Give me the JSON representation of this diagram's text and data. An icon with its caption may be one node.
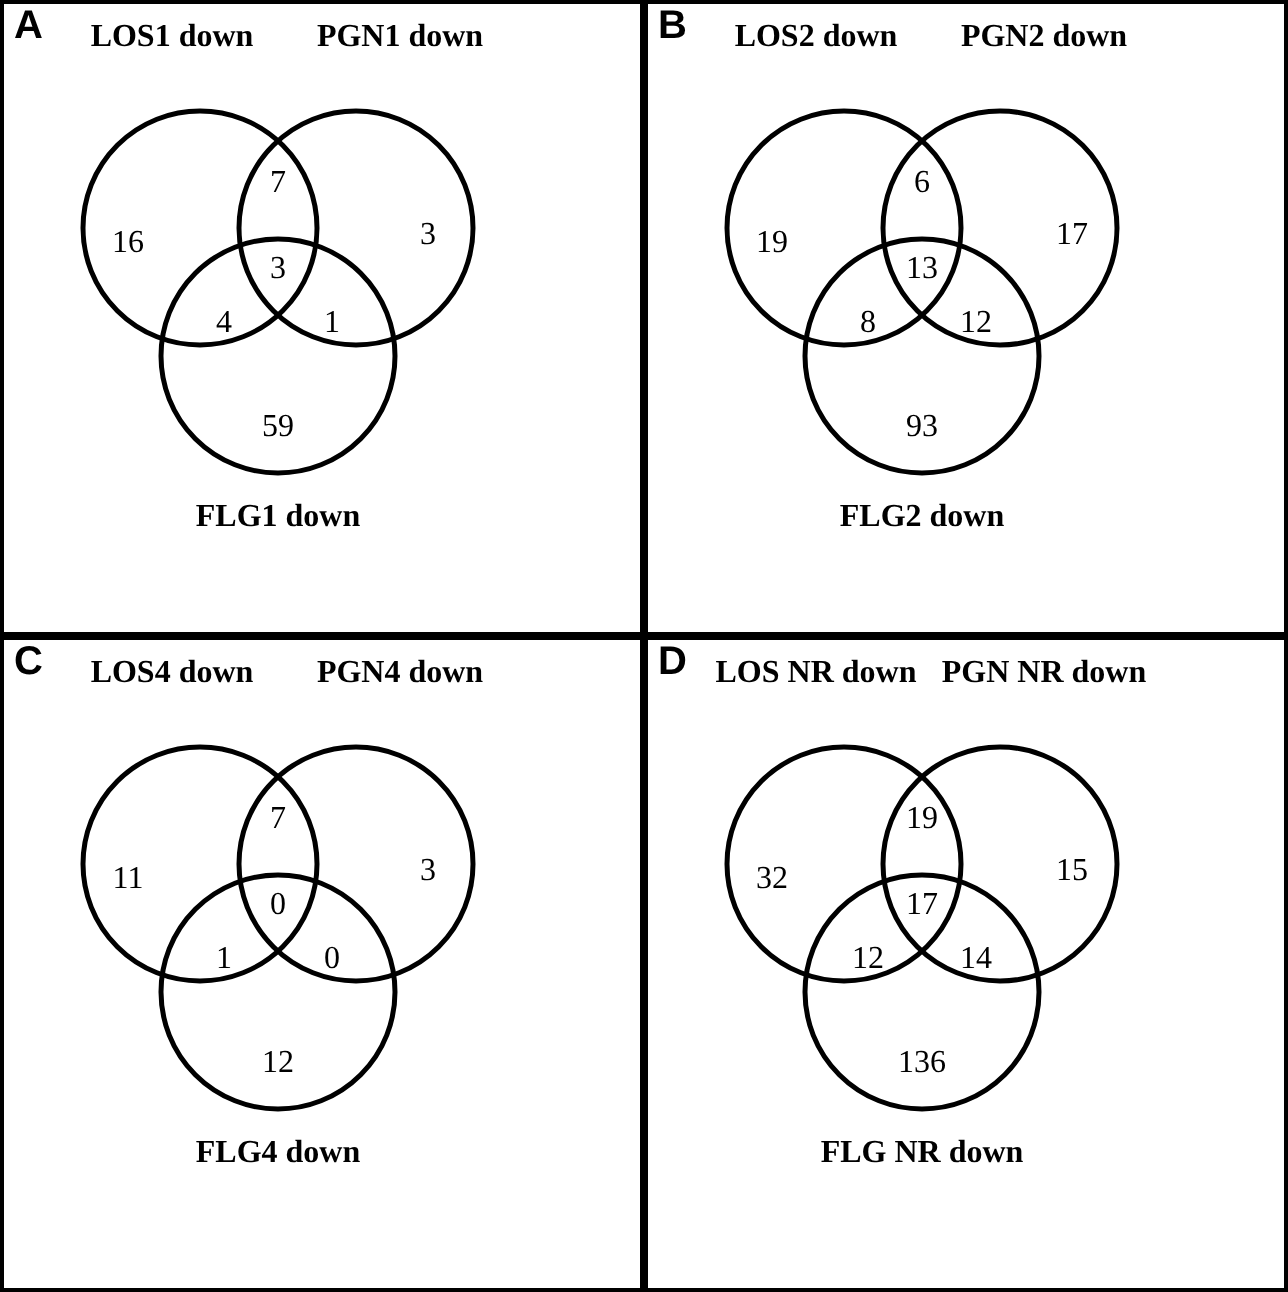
{
  "diagram": {
    "nodes": [
      {
        "text": [
          "A"
        ]
      },
      {
        "text": [
          "LOS1 down"
        ],
        "in": 0
      },
      {
        "text": [
          "PGN1 down"
        ],
        "in": 0
      },
      {
        "text": [
          "FLG1 down"
        ],
        "in": 0
      },
      {
        "text": [
          "B"
        ]
      },
      {
        "text": [
          "LOS2 down"
        ],
        "in": 4
      },
      {
        "text": [
          "PGN2 down"
        ],
        "in": 4
      },
      {
        "text": [
          "FLG2 down"
        ],
        "in": 4
      },
      {
        "text": [
          "C"
        ]
      },
      {
        "text": [
          "LOS4 down"
        ],
        "in": 8
      },
      {
        "text": [
          "PGN4 down"
        ],
        "in": 8
      },
      {
        "text": [
          "FLG4 down"
        ],
        "in": 8
      },
      {
        "text": [
          "D"
        ]
      },
      {
        "text": [
          "LOS NR down"
        ],
        "in": 12
      },
      {
        "text": [
          "PGN NR down"
        ],
        "in": 12
      },
      {
        "text": [
          "FLG NR down"
        ],
        "in": 12
      }
    ],
    "labels": [
      "16",
      "7",
      "3",
      "3",
      "4",
      "1",
      "59",
      "19",
      "6",
      "17",
      "13",
      "8",
      "12",
      "93",
      "11",
      "7",
      "3",
      "0",
      "1",
      "0",
      "12",
      "32",
      "19",
      "15",
      "17",
      "12",
      "14",
      "136"
    ]
  }
}
